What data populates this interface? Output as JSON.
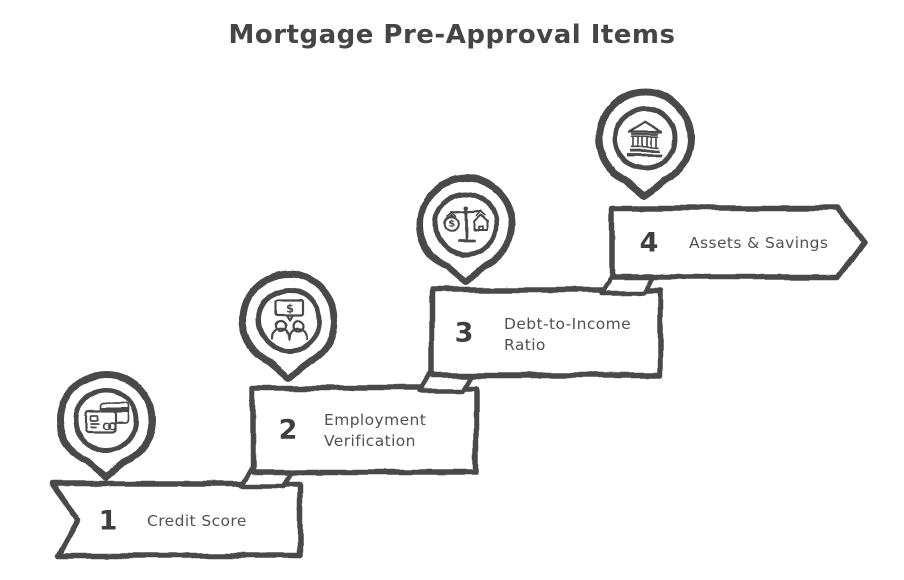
{
  "title": "Mortgage Pre-Approval Items",
  "colors": {
    "ink": "#4a4a4a",
    "paper": "#ffffff"
  },
  "glyphs": {
    "dollar": "$"
  },
  "steps": [
    {
      "number": "1",
      "label": "Credit Score",
      "label_line1": "Credit Score",
      "label_line2": "",
      "icon": "credit-card-icon"
    },
    {
      "number": "2",
      "label": "Employment Verification",
      "label_line1": "Employment",
      "label_line2": "Verification",
      "icon": "employment-people-icon"
    },
    {
      "number": "3",
      "label": "Debt-to-Income Ratio",
      "label_line1": "Debt-to-Income",
      "label_line2": "Ratio",
      "icon": "balance-scale-icon"
    },
    {
      "number": "4",
      "label": "Assets & Savings",
      "label_line1": "Assets & Savings",
      "label_line2": "",
      "icon": "bank-icon"
    }
  ]
}
